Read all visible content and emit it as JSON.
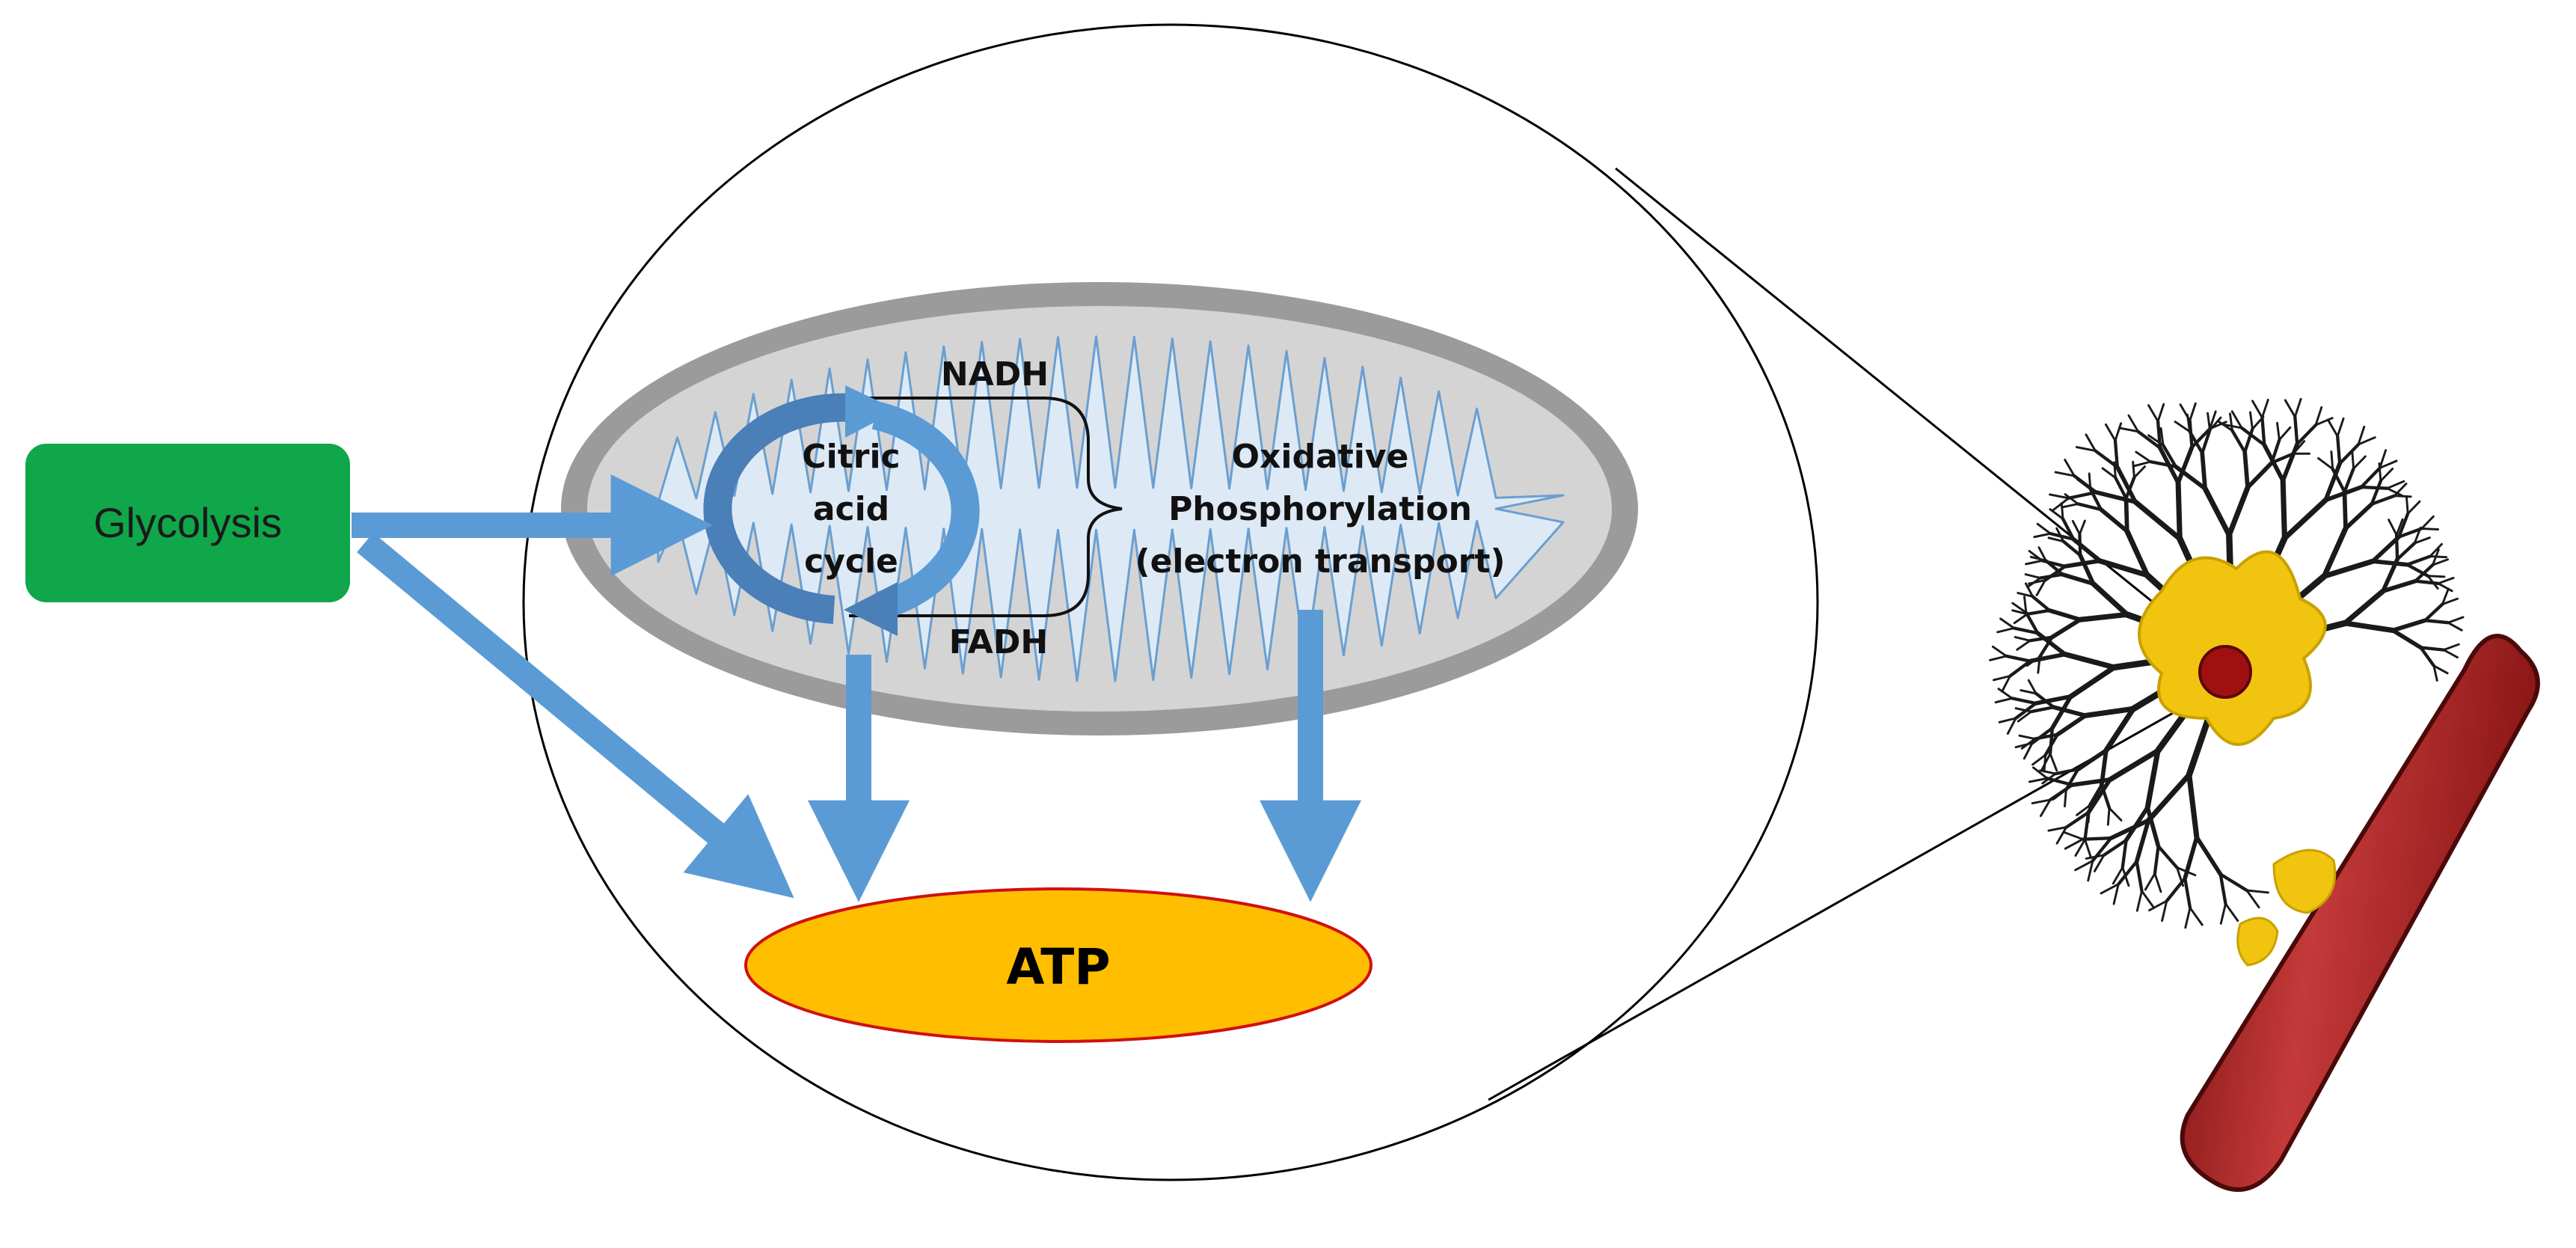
{
  "diagram": {
    "glycolysis": {
      "label": "Glycolysis"
    },
    "citric_cycle": {
      "lines": [
        "Citric",
        "acid",
        "cycle"
      ]
    },
    "nadh": {
      "label": "NADH"
    },
    "fadh": {
      "label": "FADH"
    },
    "oxphos": {
      "lines": [
        "Oxidative",
        "Phosphorylation",
        "(electron transport)"
      ]
    },
    "atp": {
      "label": "ATP"
    }
  },
  "colors": {
    "glycolysis_fill": "#10a64a",
    "arrow_blue": "#5b9bd5",
    "cycle_blue": "#4a7fb8",
    "atp_fill": "#ffbe00",
    "atp_stroke": "#d01010",
    "mito_outer": "#9b9b9b",
    "mito_inner": "#d4d4d4",
    "cristae_fill": "#ddeaf6",
    "cristae_stroke": "#6a9fd0",
    "vessel_red": "#b22222",
    "astrocyte_yellow": "#f1c40f"
  }
}
